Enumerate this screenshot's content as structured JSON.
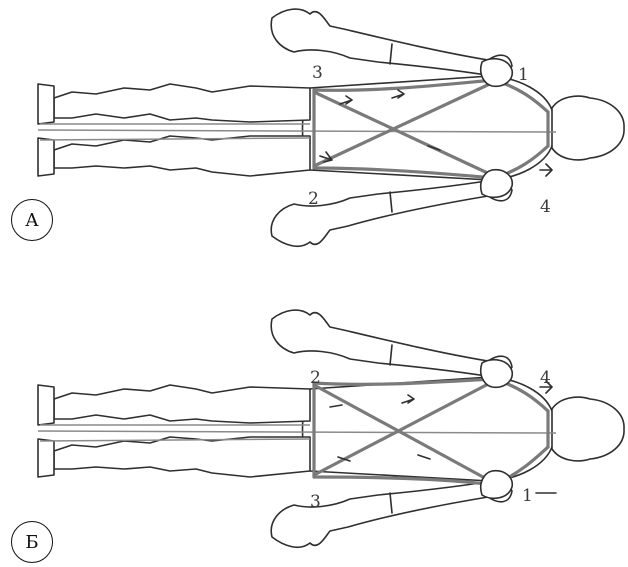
{
  "figures": [
    {
      "id": "A",
      "label": "А",
      "points": [
        "1",
        "2",
        "3",
        "4"
      ]
    },
    {
      "id": "B",
      "label": "Б",
      "points": [
        "1",
        "2",
        "3",
        "4"
      ]
    }
  ]
}
